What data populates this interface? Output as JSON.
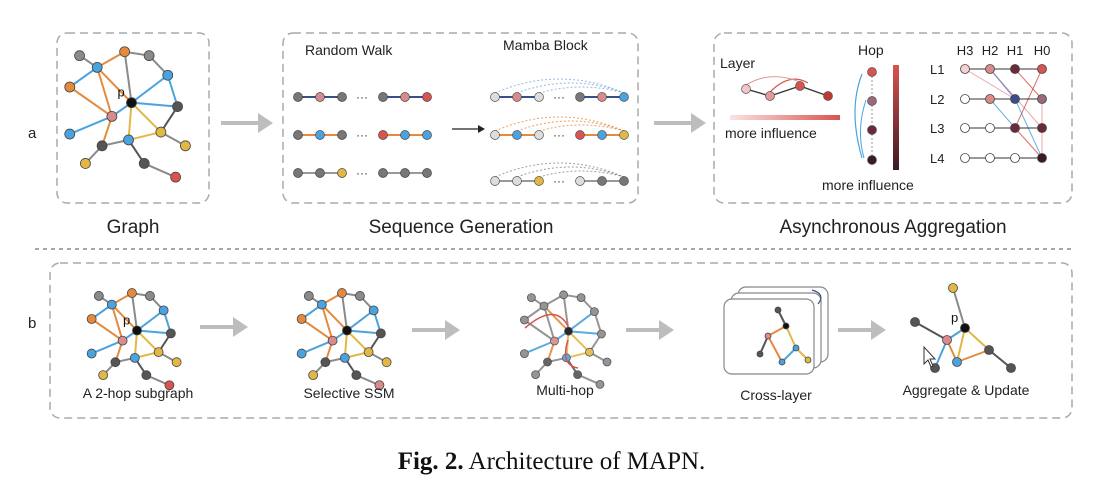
{
  "panel_a": {
    "row_label": "a",
    "graph": {
      "caption": "Graph",
      "node_label": "p"
    },
    "sequence": {
      "caption": "Sequence Generation",
      "random_walk": "Random Walk",
      "mamba_block": "Mamba Block",
      "dots": "···"
    },
    "async": {
      "caption": "Asynchronous Aggregation",
      "layer": "Layer",
      "hop": "Hop",
      "more_influence_1": "more influence",
      "more_influence_2": "more influence",
      "hop_headers": [
        "H3",
        "H2",
        "H1",
        "H0"
      ],
      "layer_labels": [
        "L1",
        "L2",
        "L3",
        "L4"
      ]
    }
  },
  "panel_b": {
    "row_label": "b",
    "steps": [
      "A 2-hop subgraph",
      "Selective SSM",
      "Multi-hop",
      "Cross-layer",
      "Aggregate & Update"
    ],
    "node_label": "p"
  },
  "caption": {
    "prefix": "Fig. 2.",
    "text": "Architecture of MAPN."
  },
  "colors": {
    "blue": "#4aa3df",
    "orange": "#e58a3c",
    "yellow": "#e2b845",
    "gray": "#8a8a8a",
    "dark": "#555555",
    "red": "#d9534f",
    "pink": "#d98a8a",
    "navy": "#3a4f8a",
    "maroon": "#6b2a3a"
  }
}
